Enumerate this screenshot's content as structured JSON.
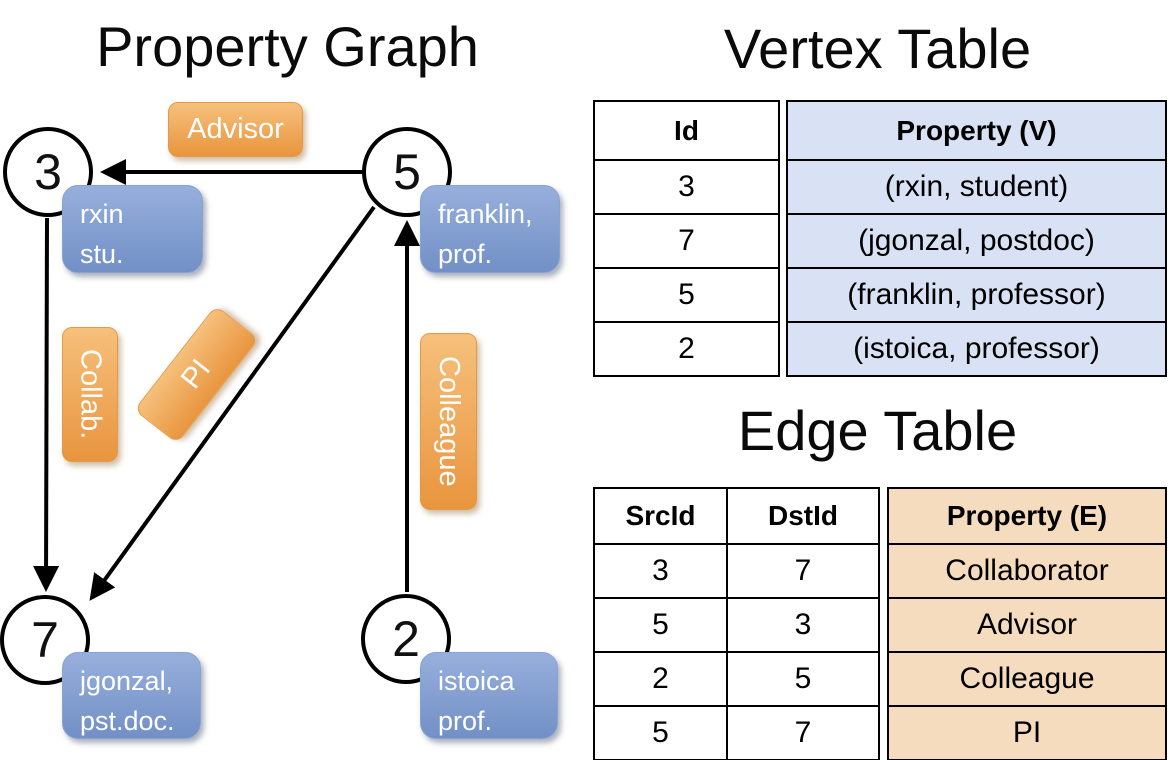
{
  "graph": {
    "title": "Property Graph",
    "nodes": [
      {
        "id": "3",
        "prop_line1": "rxin",
        "prop_line2": "stu."
      },
      {
        "id": "5",
        "prop_line1": "franklin,",
        "prop_line2": "prof."
      },
      {
        "id": "7",
        "prop_line1": "jgonzal,",
        "prop_line2": "pst.doc."
      },
      {
        "id": "2",
        "prop_line1": "istoica",
        "prop_line2": "prof."
      }
    ],
    "edge_labels": {
      "advisor": "Advisor",
      "collab": "Collab.",
      "pi": "PI",
      "colleague": "Colleague"
    }
  },
  "vertex_table": {
    "title": "Vertex Table",
    "col_id": "Id",
    "col_property": "Property (V)",
    "rows": [
      {
        "id": "3",
        "property": "(rxin, student)"
      },
      {
        "id": "7",
        "property": "(jgonzal, postdoc)"
      },
      {
        "id": "5",
        "property": "(franklin, professor)"
      },
      {
        "id": "2",
        "property": "(istoica, professor)"
      }
    ]
  },
  "edge_table": {
    "title": "Edge Table",
    "col_src": "SrcId",
    "col_dst": "DstId",
    "col_property": "Property (E)",
    "rows": [
      {
        "src": "3",
        "dst": "7",
        "property": "Collaborator"
      },
      {
        "src": "5",
        "dst": "3",
        "property": "Advisor"
      },
      {
        "src": "2",
        "dst": "5",
        "property": "Colleague"
      },
      {
        "src": "5",
        "dst": "7",
        "property": "PI"
      }
    ]
  },
  "colors": {
    "edge_label_orange": "#F0A44E",
    "vertex_box_blue": "#84A0D0",
    "vertex_table_fill": "#D9E2F4",
    "edge_table_fill": "#F6DCBE",
    "line_black": "#000000"
  }
}
